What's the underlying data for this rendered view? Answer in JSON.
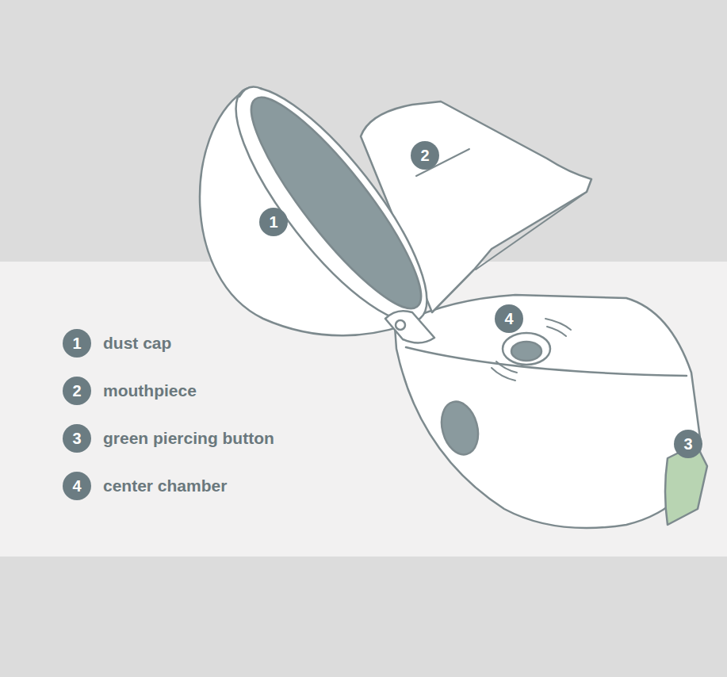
{
  "diagram": {
    "labels": [
      "1",
      "2",
      "3",
      "4",
      "1",
      "2",
      "3",
      "4"
    ],
    "legend": [
      {
        "text": "dust cap"
      },
      {
        "text": "mouthpiece"
      },
      {
        "text": "green piercing button"
      },
      {
        "text": "center chamber"
      }
    ]
  }
}
